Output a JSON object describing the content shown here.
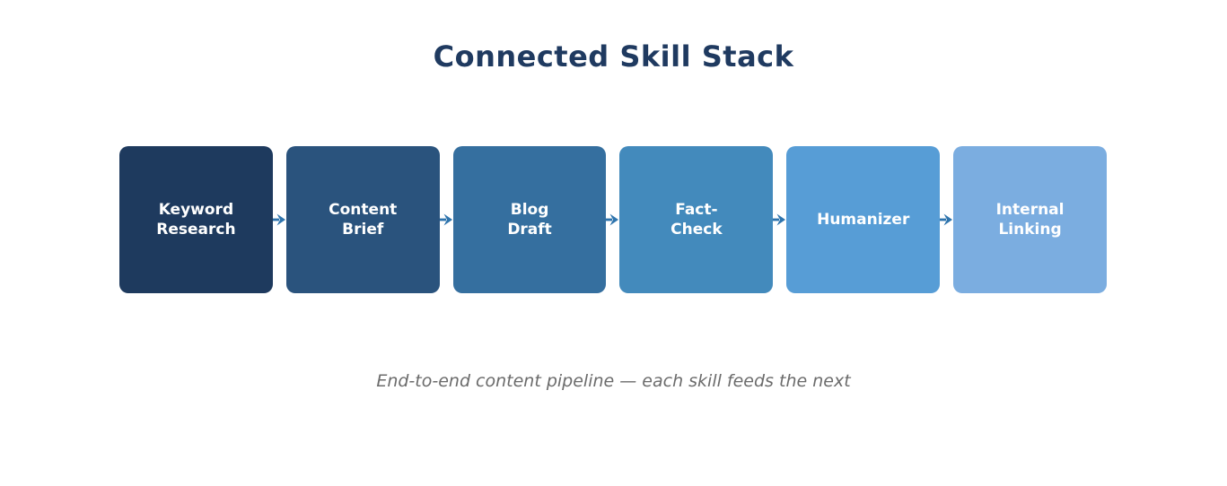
{
  "title": "Connected Skill Stack",
  "caption": "End-to-end content pipeline — each skill feeds the next",
  "colors": {
    "background": "#ffffff",
    "title": "#1f3a60",
    "caption": "#6b6b6b",
    "arrow": "#2e74ad",
    "stage_text": "#ffffff"
  },
  "pipeline": {
    "stages": [
      {
        "label": "Keyword\nResearch",
        "color": "#1e3a5e"
      },
      {
        "label": "Content\nBrief",
        "color": "#2a537d"
      },
      {
        "label": "Blog\nDraft",
        "color": "#356f9f"
      },
      {
        "label": "Fact-\nCheck",
        "color": "#438abc"
      },
      {
        "label": "Humanizer",
        "color": "#579dd6"
      },
      {
        "label": "Internal\nLinking",
        "color": "#7bade0"
      }
    ]
  }
}
